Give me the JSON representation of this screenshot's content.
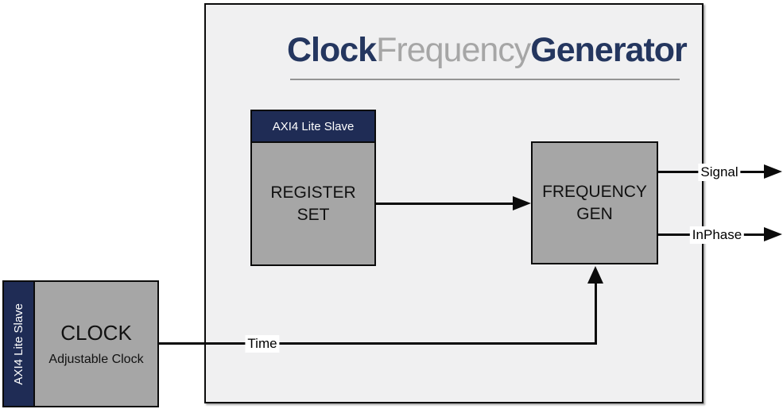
{
  "diagram": {
    "title": {
      "clock": "Clock",
      "frequency": "Frequency",
      "generator": "Generator"
    },
    "register_block": {
      "header": "AXI4 Lite Slave",
      "label_line1": "REGISTER",
      "label_line2": "SET"
    },
    "frequency_block": {
      "label_line1": "FREQUENCY",
      "label_line2": "GEN"
    },
    "clock_block": {
      "sidebar": "AXI4 Lite Slave",
      "title": "CLOCK",
      "subtitle": "Adjustable Clock"
    },
    "wires": {
      "signal": "Signal",
      "inphase": "InPhase",
      "time": "Time"
    },
    "colors": {
      "navy_header": "#1f2c55",
      "block_gray": "#a6a6a6",
      "panel_gray": "#f0f0f1",
      "title_navy": "#24365f",
      "title_gray": "#a6a6a6",
      "line_black": "#0b0b0b"
    }
  }
}
